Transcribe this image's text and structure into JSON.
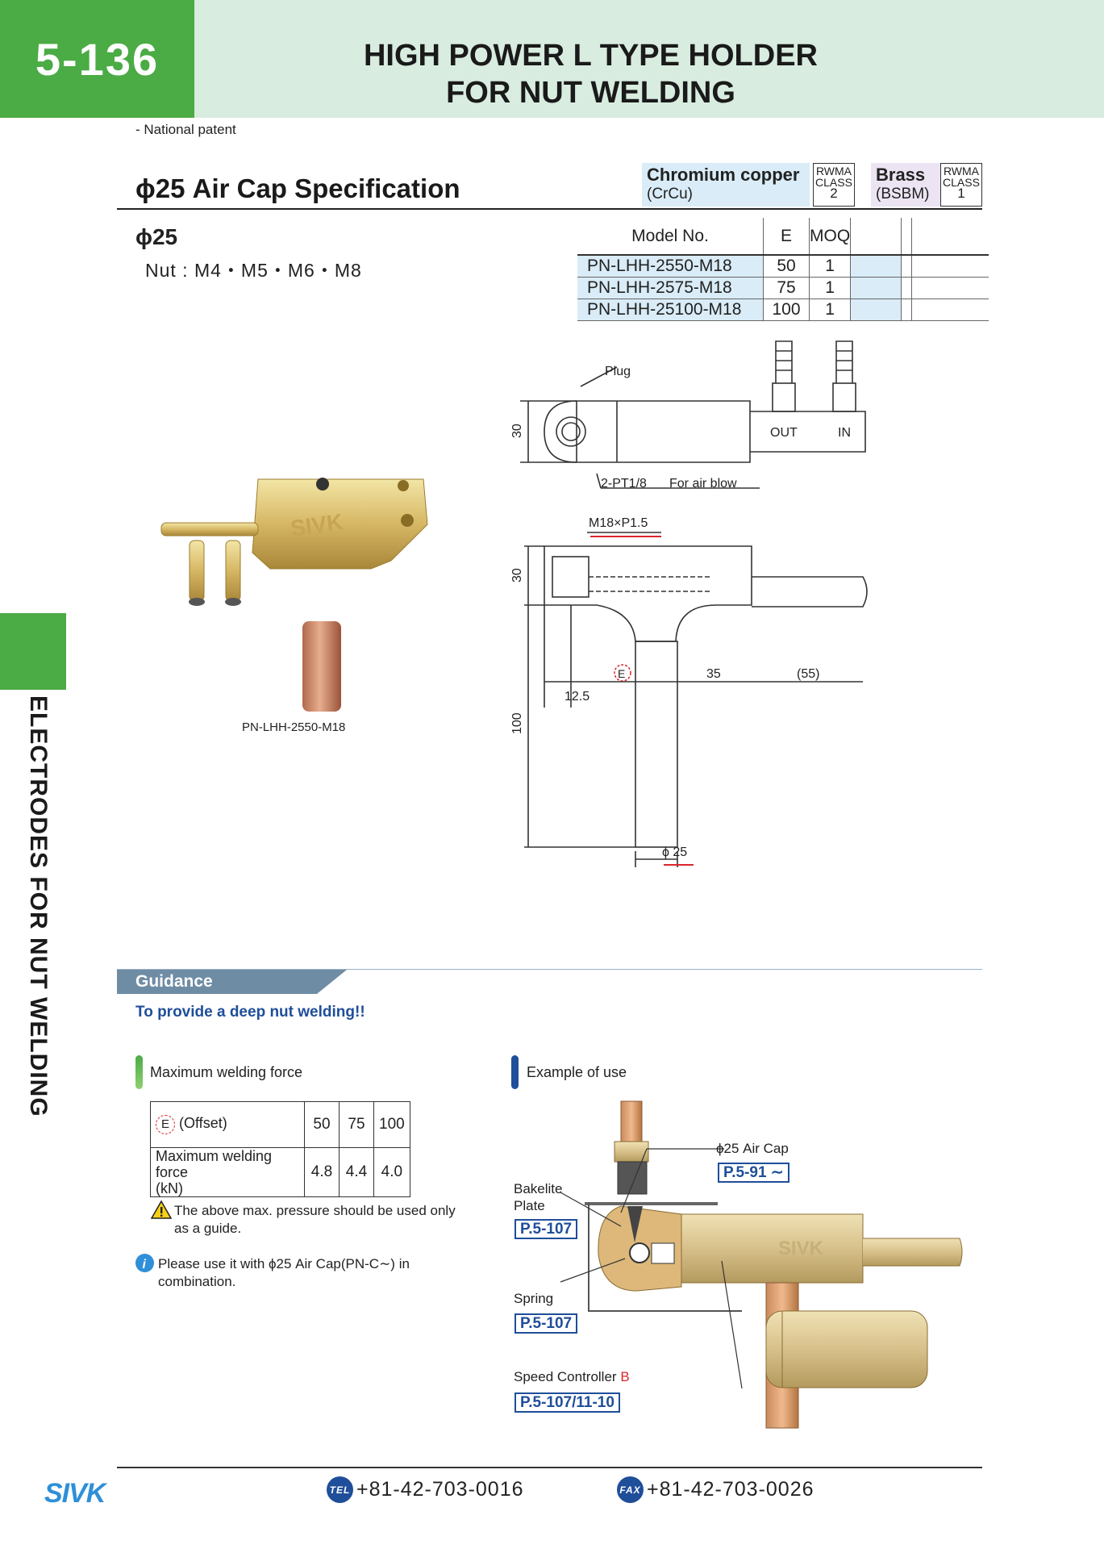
{
  "header": {
    "page_number": "5-136",
    "title_line1": "HIGH POWER L TYPE HOLDER",
    "title_line2": "FOR NUT WELDING"
  },
  "side_tab": {
    "label": "ELECTRODES FOR NUT WELDING"
  },
  "patent_note": "- National patent",
  "spec_section": {
    "title": "ϕ25  Air Cap Specification",
    "phi_label": "ϕ25",
    "nut_sizes": "Nut : M4・M5・M6・M8"
  },
  "materials": {
    "chromium": {
      "name": "Chromium copper",
      "code": "(CrCu)",
      "class_label": "RWMA CLASS",
      "class_value": "2"
    },
    "brass": {
      "name": "Brass",
      "code": "(BSBM)",
      "class_label": "RWMA CLASS",
      "class_value": "1"
    }
  },
  "spec_table": {
    "headers": {
      "model": "Model No.",
      "e": "E",
      "moq": "MOQ"
    },
    "rows": [
      {
        "model": "PN-LHH-2550-M18",
        "e": "50",
        "moq": "1"
      },
      {
        "model": "PN-LHH-2575-M18",
        "e": "75",
        "moq": "1"
      },
      {
        "model": "PN-LHH-25100-M18",
        "e": "100",
        "moq": "1"
      }
    ]
  },
  "product_image": {
    "caption": "PN-LHH-2550-M18",
    "logo": "SIVK"
  },
  "drawing": {
    "plug": "Plug",
    "port": "2-PT1/8",
    "air_blow": "For air blow",
    "out": "OUT",
    "in": "IN",
    "thread": "M18×P1.5",
    "dim_30_top": "30",
    "dim_30_side": "30",
    "dim_100": "100",
    "dim_12_5": "12.5",
    "dim_35": "35",
    "dim_55": "(55)",
    "dim_e": "E",
    "dim_phi25": "ϕ 25"
  },
  "guidance": {
    "banner": "Guidance",
    "subtitle": "To provide a deep nut welding!!",
    "force_title": "Maximum welding force",
    "force_table": {
      "row1_label": "(Offset)",
      "row1_e_mark": "E",
      "row1_values": [
        "50",
        "75",
        "100"
      ],
      "row2_label_line1": "Maximum welding force",
      "row2_label_line2": "(kN)",
      "row2_values": [
        "4.8",
        "4.4",
        "4.0"
      ]
    },
    "warning_line1": "The above max. pressure should be used only",
    "warning_line2": "as a guide.",
    "info_line1": "Please use it with ϕ25 Air Cap(PN-C∼) in",
    "info_line2": "combination.",
    "example_title": "Example of use",
    "air_cap_label": "ϕ25 Air Cap",
    "air_cap_ref": "P.5-91 ∼",
    "bakelite_line1": "Bakelite",
    "bakelite_line2": "Plate",
    "bakelite_ref": "P.5-107",
    "spring_label": "Spring",
    "spring_ref": "P.5-107",
    "speed_label": "Speed Controller",
    "speed_suffix": "B",
    "speed_ref": "P.5-107/11-10",
    "logo": "SIVK"
  },
  "footer": {
    "logo": "SIVK",
    "tel_badge": "TEL",
    "tel": "+81-42-703-0016",
    "fax_badge": "FAX",
    "fax": "+81-42-703-0026"
  },
  "colors": {
    "accent_green": "#4bab45",
    "header_band": "#d8ece0",
    "table_blue": "#d9ecf7",
    "link_blue": "#1f4e9a",
    "guidance_gray": "#6f8ca5",
    "dim_red": "#d9262c"
  }
}
